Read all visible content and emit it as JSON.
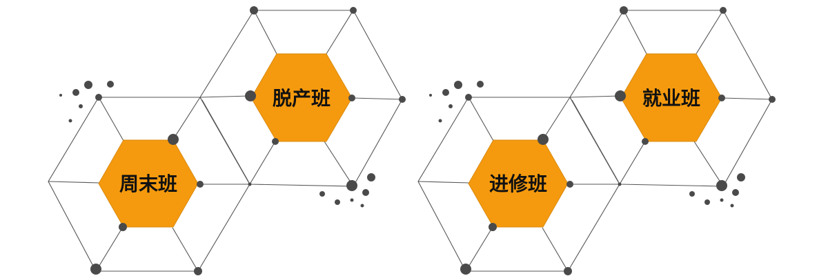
{
  "colors": {
    "accent": "#f59a0e",
    "line": "#555555",
    "dot": "#4a4a4a"
  },
  "groups": [
    {
      "lower": {
        "label": "周末班"
      },
      "upper": {
        "label": "脱产班"
      }
    },
    {
      "lower": {
        "label": "进修班"
      },
      "upper": {
        "label": "就业班"
      }
    }
  ]
}
